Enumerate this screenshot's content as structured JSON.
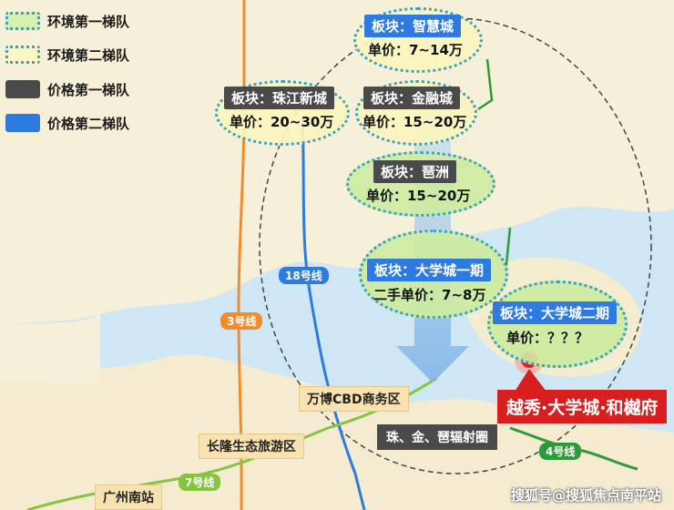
{
  "legend": [
    {
      "label": "环境第一梯队",
      "style": "tier1"
    },
    {
      "label": "环境第二梯队",
      "style": "tier2"
    },
    {
      "label": "价格第一梯队",
      "style": "dark"
    },
    {
      "label": "价格第二梯队",
      "style": "blue"
    }
  ],
  "zones": [
    {
      "key": "zhihui",
      "name": "板块：智慧城",
      "price": "单价：7~14万",
      "badge_color": "blue",
      "tier": "tier2"
    },
    {
      "key": "zhujiang",
      "name": "板块：珠江新城",
      "price": "单价：20~30万",
      "badge_color": "dark",
      "tier": "tier2"
    },
    {
      "key": "jinrong",
      "name": "板块：金融城",
      "price": "单价：15~20万",
      "badge_color": "dark",
      "tier": "tier2"
    },
    {
      "key": "pazhou",
      "name": "板块：琶洲",
      "price": "单价：15~20万",
      "badge_color": "dark",
      "tier": "tier1"
    },
    {
      "key": "dxc1",
      "name": "板块：大学城一期",
      "price": "二手单价：7~8万",
      "badge_color": "blue",
      "tier": "tier1"
    },
    {
      "key": "dxc2",
      "name": "板块：大学城二期",
      "price": "单价：？？？",
      "badge_color": "blue",
      "tier": "tier1"
    }
  ],
  "metro_lines": {
    "line3": "3号线",
    "line18": "18号线",
    "line7": "7号线",
    "line4": "4号线"
  },
  "places": {
    "wanbo": "万博CBD商务区",
    "changlong": "长隆生态旅游区",
    "guangzhou_south": "广州南站",
    "radiation": "珠、金、琶辐射圈"
  },
  "project": "越秀·大学城·和樾府",
  "watermark": "搜狐号@搜狐焦点南平站",
  "colors": {
    "river": "#cfe6f5",
    "land": "#f6f0d8",
    "line3": "#f08c2a",
    "line18": "#2d7be0",
    "line7": "#86c440",
    "line4": "#2f9a3a",
    "project_red": "#d81e1e"
  }
}
